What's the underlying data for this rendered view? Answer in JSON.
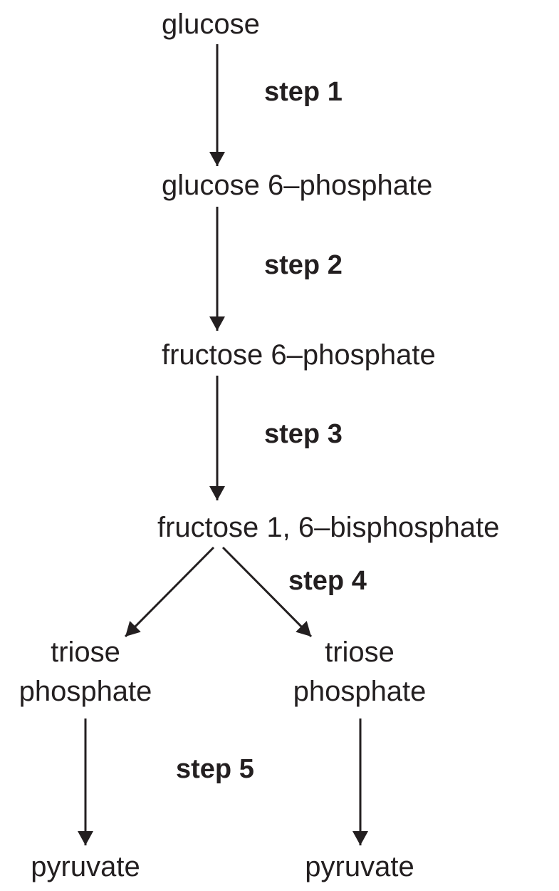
{
  "compounds": {
    "glucose": "glucose",
    "glucose_6_phosphate": "glucose 6–phosphate",
    "fructose_6_phosphate": "fructose 6–phosphate",
    "fructose_1_6_bisphosphate": "fructose 1, 6–bisphosphate",
    "triose_phosphate_left_line1": "triose",
    "triose_phosphate_left_line2": "phosphate",
    "triose_phosphate_right_line1": "triose",
    "triose_phosphate_right_line2": "phosphate",
    "pyruvate_left": "pyruvate",
    "pyruvate_right": "pyruvate"
  },
  "steps": {
    "step1": "step 1",
    "step2": "step 2",
    "step3": "step 3",
    "step4": "step 4",
    "step5": "step 5"
  },
  "colors": {
    "ink": "#231f20",
    "background": "#ffffff"
  }
}
